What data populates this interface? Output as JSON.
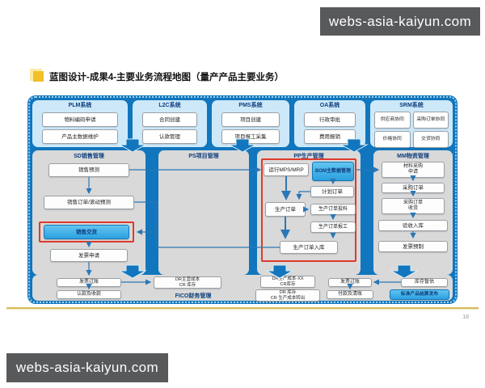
{
  "watermarks": {
    "top": "webs-asia-kaiyun.com",
    "bottom": "webs-asia-kaiyun.com"
  },
  "slide": {
    "title": "蓝图设计-成果4-主要业务流程地图（量产产品主要业务）",
    "page_number": "18"
  },
  "top_systems": [
    {
      "name": "PLM系统",
      "items": [
        "物料编码申请",
        "产品主数据维护"
      ]
    },
    {
      "name": "L2C系统",
      "items": [
        "合同创建",
        "认款管理"
      ]
    },
    {
      "name": "PMS系统",
      "items": [
        "项目创建",
        "项目报工采集"
      ]
    },
    {
      "name": "OA系统",
      "items": [
        "行政审批",
        "费用报销"
      ]
    },
    {
      "name": "SRM系统",
      "items": [
        "供应商协同",
        "采购订单协同",
        "价格协同",
        "交货协同"
      ]
    }
  ],
  "sd": {
    "title": "SD销售管理",
    "forecast": "销售预测",
    "order": "销售订单/滚动预测",
    "delivery": "销售交货",
    "invoice": "发票申请"
  },
  "ps": {
    "title": "PS项目管理"
  },
  "pp": {
    "title": "PP生产管理",
    "mrp": "运行MPS/MRP",
    "bom": "BOM主数据管理",
    "plan": "计划订单",
    "order": "生产订单",
    "issue": "生产订单投料",
    "confirm": "生产订单报工",
    "receipt": "生产订单入库"
  },
  "mm": {
    "title": "MM物资管理",
    "pr": "材料采购\n申请",
    "po": "采购订单",
    "gr": "采购订单\n收货",
    "inspect": "验收入库",
    "iv": "发票预制"
  },
  "fico": {
    "title": "FICO财务管理",
    "invoice_post_left": "发票过账",
    "receipt_clear": "认款及收款",
    "dr_cogs": "DR主营成本\nCR 库存",
    "dr_prod": "DR生产成本-XX\nCR库存",
    "dr_stock": "DR 库存\nCR 生产成本转出",
    "invoice_post_right": "发票过账",
    "payment": "付款及清账",
    "accrual": "库存暂估",
    "std_cost": "标准产品结算发布"
  },
  "colors": {
    "primary_blue": "#1176bd",
    "light_blue_panel": "#cde9f9",
    "gray_panel": "#d9d9d9",
    "highlight_blue": "#45b4ea",
    "alert_red": "#dd3a2c",
    "accent_yellow": "#f2c028",
    "watermark_gray": "#58595b"
  }
}
